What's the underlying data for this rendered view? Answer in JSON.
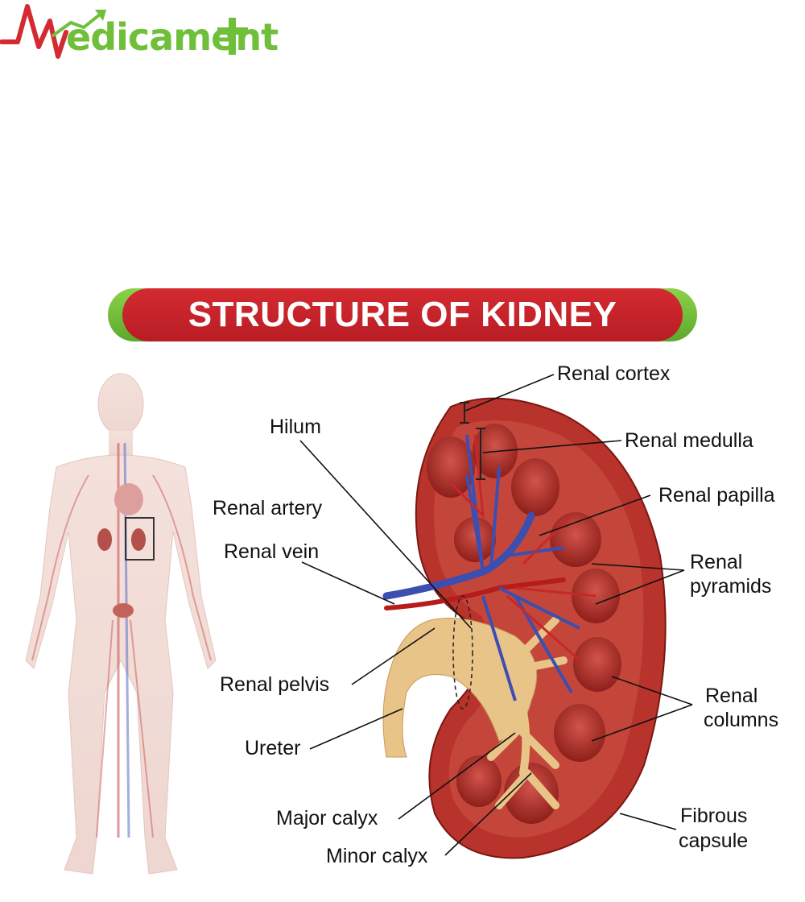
{
  "logo": {
    "text": "edicament"
  },
  "banner": {
    "title": "STRUCTURE OF KIDNEY"
  },
  "labels": {
    "renal_cortex": "Renal cortex",
    "hilum": "Hilum",
    "renal_medulla": "Renal medulla",
    "renal_papilla": "Renal papilla",
    "renal_artery": "Renal artery",
    "renal_vein": "Renal vein",
    "renal_pyramids_1": "Renal",
    "renal_pyramids_2": "pyramids",
    "renal_pelvis": "Renal pelvis",
    "renal_columns_1": "Renal",
    "renal_columns_2": "columns",
    "ureter": "Ureter",
    "fibrous_capsule_1": "Fibrous",
    "fibrous_capsule_2": "capsule",
    "major_calyx": "Major calyx",
    "minor_calyx": "Minor calyx"
  },
  "colors": {
    "brand_green": "#6fbf3b",
    "brand_red": "#d42a31",
    "kidney_red": "#b8332b",
    "vein_blue": "#3c4fb0",
    "pelvis_tan": "#e9c489"
  }
}
